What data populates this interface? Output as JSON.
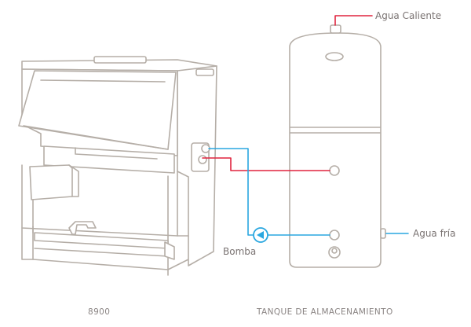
{
  "labels": {
    "hot_water": "Agua Caliente",
    "cold_water": "Agua fría",
    "pump": "Bomba"
  },
  "captions": {
    "boiler": "8900",
    "tank": "TANQUE DE ALMACENAMIENTO"
  },
  "colors": {
    "outline": "#b5aea7",
    "fill": "#ffffff",
    "hot_pipe": "#e0243f",
    "cold_pipe": "#2aa7e0",
    "text": "#7a7372"
  }
}
